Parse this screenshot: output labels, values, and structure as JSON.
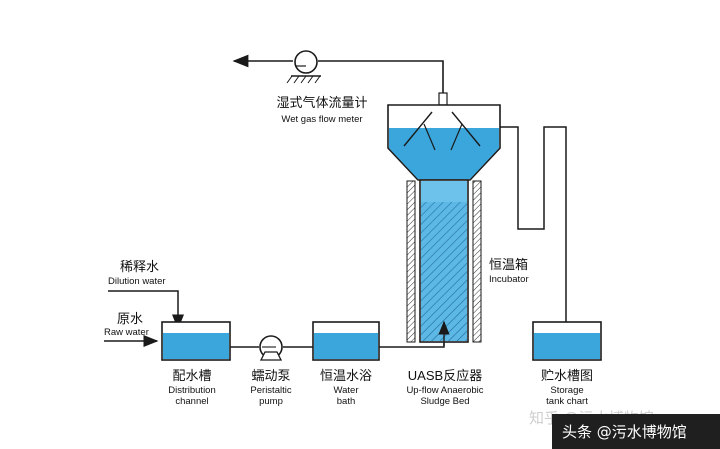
{
  "labels": {
    "gas_meter_cn": "湿式气体流量计",
    "gas_meter_en": "Wet gas flow meter",
    "incubator_cn": "恒温箱",
    "incubator_en": "Incubator",
    "dilution_cn": "稀释水",
    "dilution_en": "Dilution water",
    "raw_cn": "原水",
    "raw_en": "Raw water",
    "distribution_cn": "配水槽",
    "distribution_en1": "Distribution",
    "distribution_en2": "channel",
    "pump_cn": "蠕动泵",
    "pump_en1": "Peristaltic",
    "pump_en2": "pump",
    "bath_cn": "恒温水浴",
    "bath_en1": "Water",
    "bath_en2": "bath",
    "uasb_cn": "UASB反应器",
    "uasb_en1": "Up-flow Anaerobic",
    "uasb_en2": "Sludge Bed",
    "storage_cn": "贮水槽图",
    "storage_en1": "Storage",
    "storage_en2": "tank chart"
  },
  "watermark": {
    "faded": "知乎 @污水博物馆",
    "main": "头条 @污水博物馆"
  },
  "colors": {
    "water": "#3aa6dc",
    "water_light": "#6cc2ea",
    "line": "#1a1a1a",
    "watermark_bg": "#1f1f1f"
  }
}
